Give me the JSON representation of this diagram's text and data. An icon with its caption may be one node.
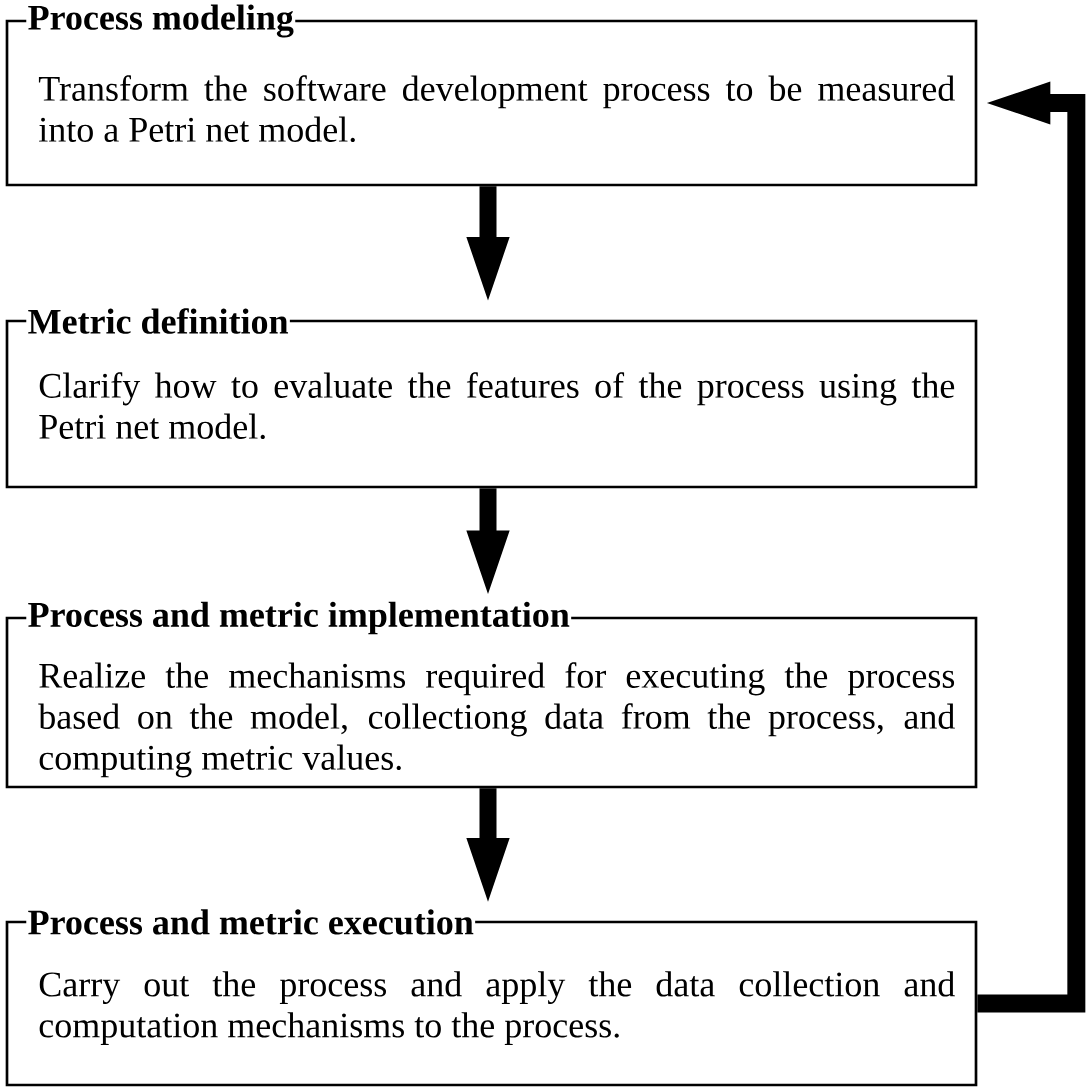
{
  "diagram": {
    "nodes": [
      {
        "text": [
          "Process modeling",
          "Transform the software development process to be measured into a Petri net model."
        ]
      },
      {
        "text": [
          "Metric definition",
          "Clarify how to evaluate the features of the process using the Petri net model."
        ]
      },
      {
        "text": [
          "Process and metric implementation",
          "Realize the mechanisms required for executing the process based on the model, collectiong data from the process, and computing metric values."
        ]
      },
      {
        "text": [
          "Process and metric execution",
          "Carry out the process and apply the data collection and computation mechanisms to the process."
        ]
      }
    ],
    "edges": [
      {
        "from": 0,
        "to": 1,
        "arrow": "to"
      },
      {
        "from": 1,
        "to": 2,
        "arrow": "to"
      },
      {
        "from": 2,
        "to": 3,
        "arrow": "to"
      },
      {
        "from": 3,
        "to": 0,
        "arrow": "to"
      }
    ]
  }
}
